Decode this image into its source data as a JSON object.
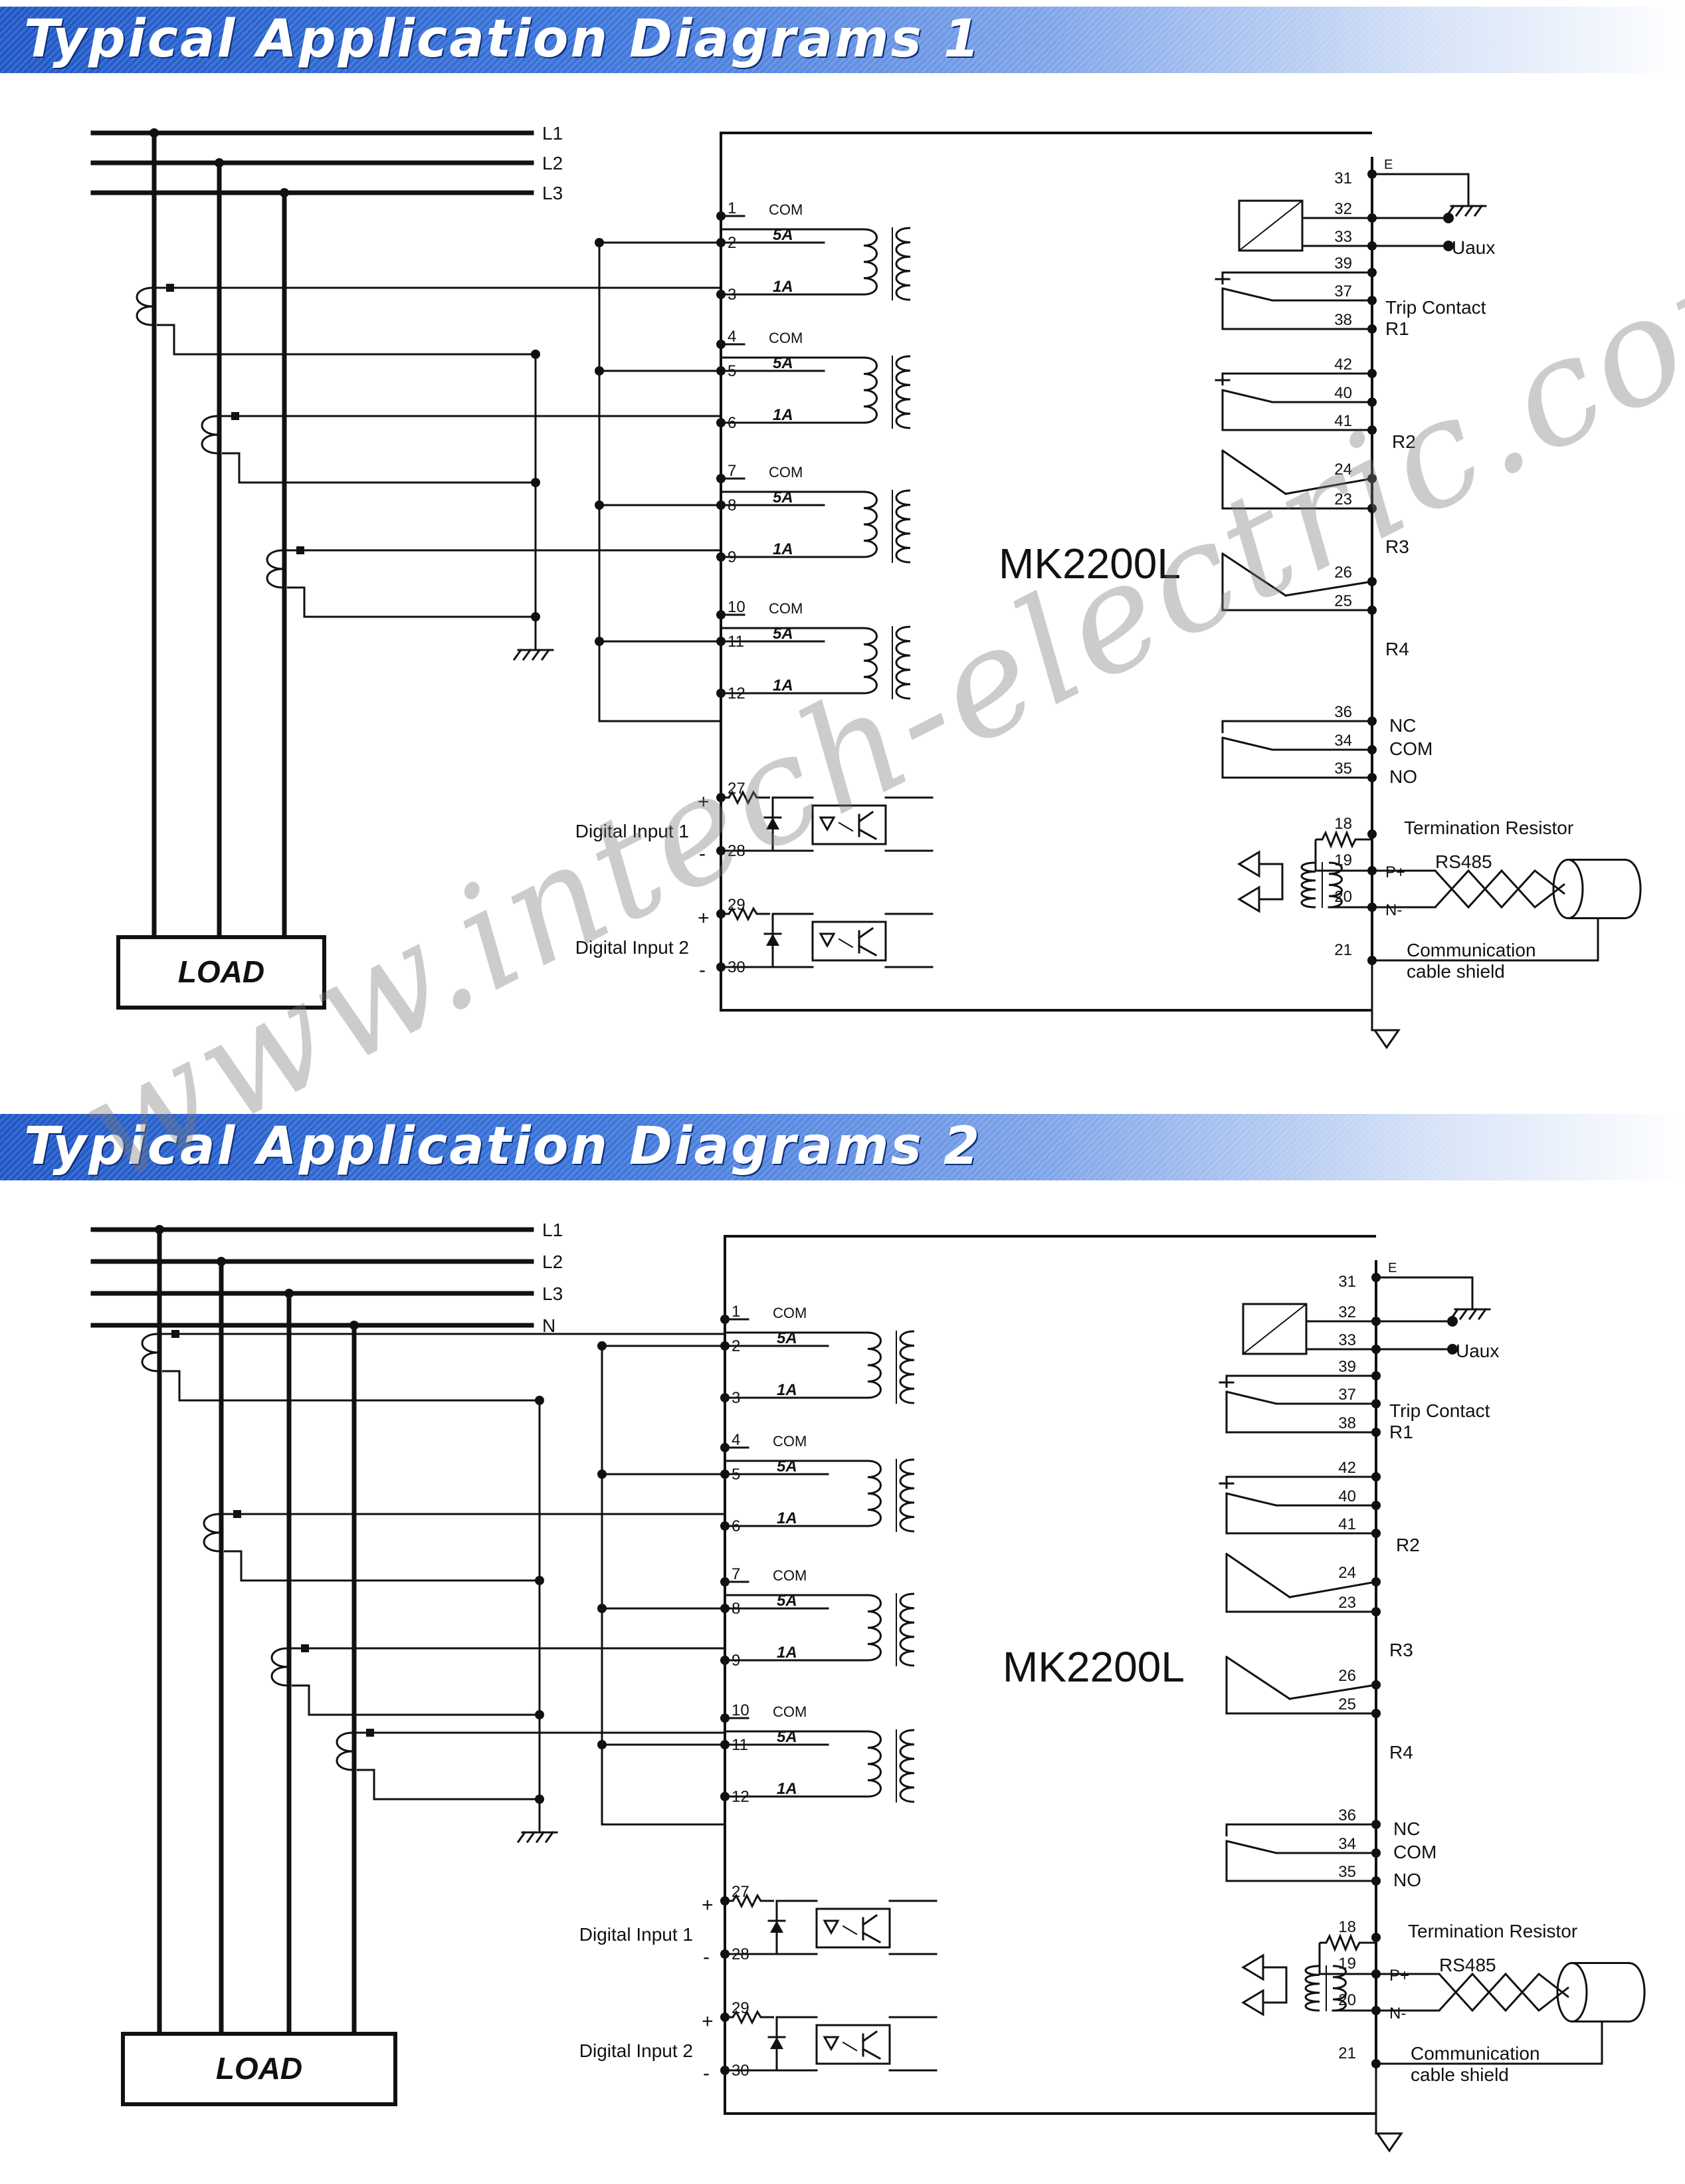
{
  "banners": [
    {
      "title": "Typical Application Diagrams 1"
    },
    {
      "title": "Typical Application Diagrams 2"
    }
  ],
  "watermark": "www.intech-electric.com.my",
  "diagram": {
    "model": "MK2200L",
    "load": "LOAD",
    "phases": [
      "L1",
      "L2",
      "L3"
    ],
    "neutral": "N",
    "ct_groups": [
      {
        "com": "1",
        "t5": "2",
        "t1": "3"
      },
      {
        "com": "4",
        "t5": "5",
        "t1": "6"
      },
      {
        "com": "7",
        "t5": "8",
        "t1": "9"
      },
      {
        "com": "10",
        "t5": "11",
        "t1": "12"
      }
    ],
    "labels": {
      "com": "COM",
      "a5": "5A",
      "a1": "1A",
      "plus": "+",
      "minus": "-"
    },
    "digital_inputs": [
      {
        "label": "Digital Input 1",
        "pos": "27",
        "neg": "28"
      },
      {
        "label": "Digital Input 2",
        "pos": "29",
        "neg": "30"
      }
    ],
    "earth": {
      "terminal": "31",
      "label": "E"
    },
    "uaux": {
      "t1": "32",
      "t2": "33",
      "label": "Uaux"
    },
    "relays": [
      {
        "terms": [
          "39",
          "37",
          "38"
        ],
        "label": "Trip Contact",
        "label2": "R1"
      },
      {
        "terms": [
          "42",
          "40",
          "41"
        ],
        "label": "R2"
      },
      {
        "terms": [
          "24",
          "23"
        ],
        "label": "R3"
      },
      {
        "terms": [
          "26",
          "25"
        ],
        "label": "R4"
      }
    ],
    "alarm": {
      "terms": [
        "36",
        "34",
        "35"
      ],
      "labels": [
        "NC",
        "COM",
        "NO"
      ]
    },
    "comm": {
      "terms": [
        "18",
        "19",
        "20",
        "21"
      ],
      "termination": "Termination  Resistor",
      "p": "P+",
      "n": "N-",
      "rs": "RS485",
      "shield1": "Communication",
      "shield2": "cable shield"
    }
  }
}
